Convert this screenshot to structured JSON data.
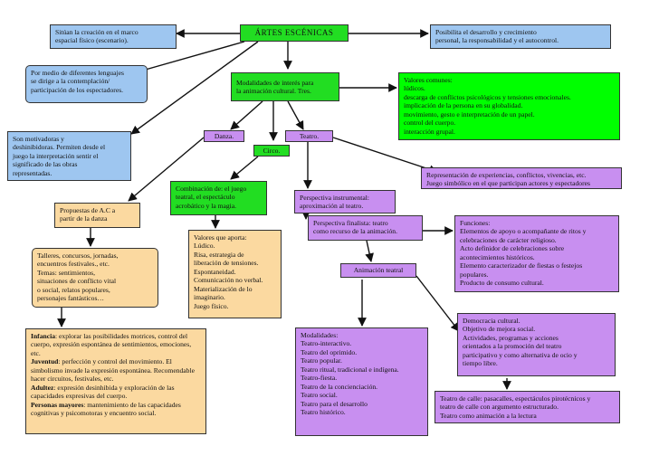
{
  "nodes": {
    "sitian": "Sitúan la creación en el marco\nespacial físico (escenario).",
    "artes": "ÁRTES ESCÉNICAS",
    "posibilita": "Posibilita el desarrollo y crecimiento\npersonal, la responsabilidad y el autocontrol.",
    "por_medio": "Por medio de diferentes lenguajes\nse dirige a la contemplación/\nparticipación de los espectadores.",
    "modalidades_interes": "Modalidades de interés para\nla animación cultural. Tres.",
    "valores_comunes": "Valores comunes:\nlúdicos.\ndescarga de conflictos psicológicos y tensiones emocionales.\nimplicación de la persona en su globalidad.\nmovimiento, gesto e interpretación de un papel.\ncontrol del cuerpo.\ninteracción grupal.",
    "son_motivadoras": "Son motivadoras y\ndeshinibidoras. Permiten desde el\njuego la interpretación sentir el\nsignificado de las obras\nrepresentadas.",
    "danza": "Danza.",
    "teatro": "Teatro.",
    "circo": "Circo.",
    "representacion": "Representación de experiencias, conflictos, vivencias, etc.\nJuego simbólico en el que participan actores y espectadores",
    "propuestas": "Propuestas de A.C a\npartir de la danza",
    "combinacion": "Combinación de: el juego\nteatral, el espectáculo\nacrobático y la magia.",
    "perspectiva_instrumental": "Perspectiva instrumental:\naproximación al teatro.",
    "perspectiva_finalista": "Perspectiva finalista: teatro\ncomo recurso de la animación.",
    "funciones": "Funciones:\nElementos de apoyo o acompañante de ritos y\ncelebraciones de carácter religioso.\nActo definidor de celebraciones sobre\nacontecimientos históricos.\nElemento caracterizador de fiestas o festejos\npopulares.\nProducto de consumo cultural.",
    "valores_aporta": "Valores que aporta:\nLúdico.\nRisa, estrategia de\nliberación de tensiones.\nEspontaneidad.\nComunicación no verbal.\nMaterialización de lo\nimaginario.\nJuego físico.",
    "talleres": "Talleres, concursos, jornadas,\nencuentros festivales., etc.\nTemas: sentimientos,\nsituaciones de conflicto vital\no social, relatos populares,\npersonajes fantásticos…",
    "animacion_teatral": "Animación teatral",
    "democracia": "Democracia cultural.\nObjetivo de mejora social.\nActividades, programas y acciones\norientados a la promoción del teatro\nparticipativo y como alternativa de ocio y\ntiempo libre.",
    "teatro_calle": "Teatro de calle: pasacalles, espectáculos pirotécnicos y\nteatro de calle con argumento estructurado.\nTeatro como animación a la lectura",
    "modalidades_teatro": "Modalidades:\nTeatro-interactivo.\nTeatro del oprimido.\nTeatro popular.\nTeatro ritual, tradicional e indígena.\nTeatro-fiesta.\nTeatro de la concienciación.\nTeatro social.\nTeatro para el desarrollo\nTeatro histórico."
  },
  "etapas": [
    {
      "label": "Infancia",
      "text": ": explorar las posibilidades motrices, control del cuerpo, expresión espontánea de sentimientos, emociones, etc."
    },
    {
      "label": "Juventud",
      "text": ": perfección y control del movimiento. El simbolismo invade la expresión espontánea. Recomendable hacer circuitos, festivales, etc."
    },
    {
      "label": "Adultez",
      "text": ": expresión desinhibida y exploración de las capacidades expresivas del cuerpo."
    },
    {
      "label": "Personas mayores",
      "text": ": mantenimiento de las capacidades cognitivas y psicomotoras y encuentro social."
    }
  ],
  "colors": {
    "blue": "#9ec6f0",
    "green": "#22dd22",
    "lime": "#00ff00",
    "peach": "#fbd9a0",
    "lavender": "#c88ff0"
  }
}
